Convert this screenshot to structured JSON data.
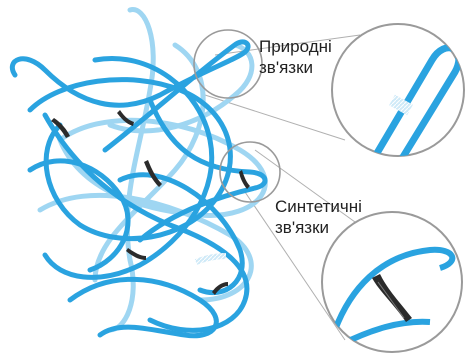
{
  "labels": {
    "natural_line1": "Природні",
    "natural_line2": "зв'язки",
    "synthetic_line1": "Синтетичні",
    "synthetic_line2": "зв'язки"
  },
  "colors": {
    "background": "#ffffff",
    "strand_dark": "#2aa3e0",
    "strand_light": "#9fd6f2",
    "crosslink": "#2b2b2b",
    "circle_stroke": "#9a9a9a",
    "connector": "#b0b0b0",
    "text": "#222222"
  }
}
